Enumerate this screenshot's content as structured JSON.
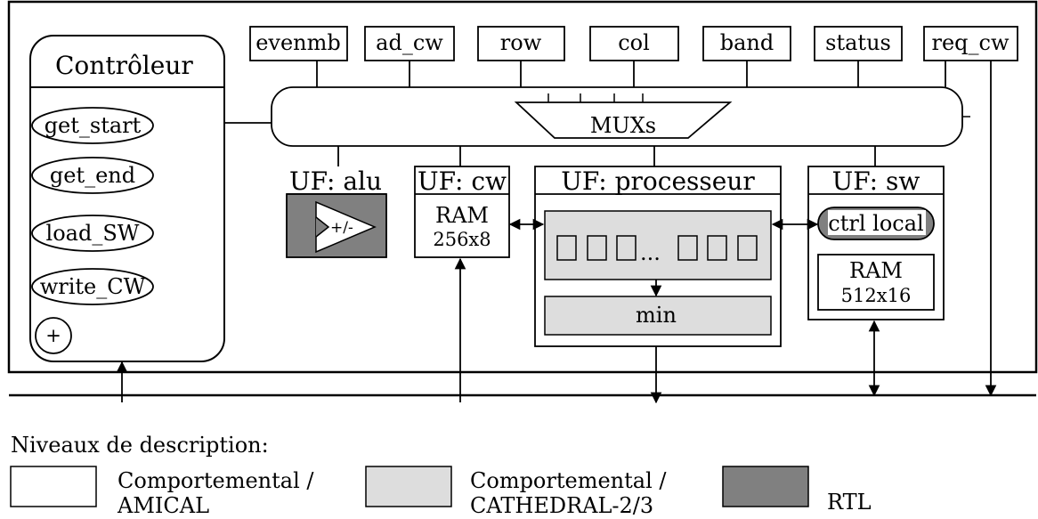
{
  "controller": {
    "title": "Contrôleur",
    "states": [
      "get_start",
      "get_end",
      "load_SW",
      "write_CW"
    ],
    "add_symbol": "+"
  },
  "registers": [
    "evenmb",
    "ad_cw",
    "row",
    "col",
    "band",
    "status",
    "req_cw"
  ],
  "mux": {
    "label": "MUXs"
  },
  "units": {
    "alu": {
      "title": "UF: alu",
      "op": "+/-"
    },
    "cw": {
      "title": "UF: cw",
      "ram_line1": "RAM",
      "ram_line2": "256x8"
    },
    "proc": {
      "title": "UF: processeur",
      "array_ellipsis": "...",
      "min_label": "min"
    },
    "sw": {
      "title": "UF: sw",
      "ctrl_label": "ctrl local",
      "ram_line1": "RAM",
      "ram_line2": "512x16"
    }
  },
  "legend": {
    "title": "Niveaux de description:",
    "items": [
      {
        "line1": "Comportemental /",
        "line2": "AMICAL",
        "color": "#ffffff"
      },
      {
        "line1": "Comportemental /",
        "line2": "CATHEDRAL-2/3",
        "color": "#dddddd"
      },
      {
        "line1": "RTL",
        "line2": "",
        "color": "#808080"
      }
    ]
  },
  "colors": {
    "light_fill": "#dddddd",
    "dark_fill": "#808080",
    "stroke": "#000000"
  }
}
